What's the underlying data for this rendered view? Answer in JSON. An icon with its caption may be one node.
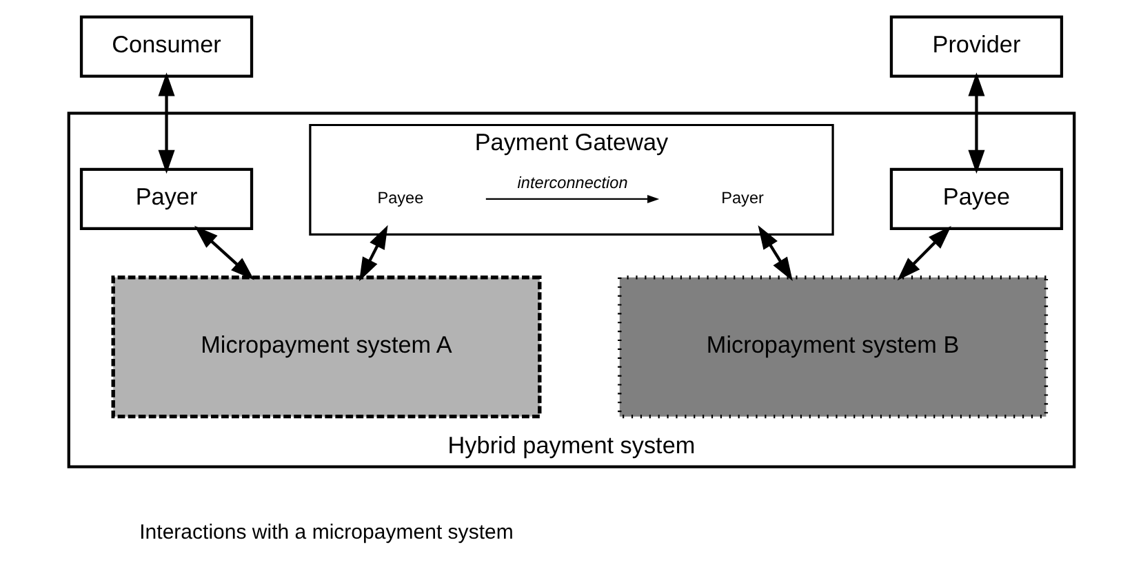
{
  "diagram": {
    "nodes": [
      {
        "text": [
          "Consumer"
        ]
      },
      {
        "text": [
          "Provider"
        ]
      },
      {
        "text": [
          "Hybrid payment system"
        ]
      },
      {
        "text": [
          "Payer"
        ],
        "in": 2
      },
      {
        "text": [
          "Payment Gateway"
        ],
        "in": 2
      },
      {
        "text": [
          "Payee"
        ],
        "in": 4
      },
      {
        "text": [
          "Payer"
        ],
        "in": 4
      },
      {
        "text": [
          "Payee"
        ],
        "in": 2
      },
      {
        "text": [
          "Micropayment system A"
        ],
        "in": 2
      },
      {
        "text": [
          "Micropayment system B"
        ],
        "in": 2
      }
    ],
    "edges": [
      {
        "from": 0,
        "to": 3,
        "arrow": "both"
      },
      {
        "from": 1,
        "to": 7,
        "arrow": "both"
      },
      {
        "from": 3,
        "to": 8,
        "arrow": "both"
      },
      {
        "from": 5,
        "to": 8,
        "arrow": "both"
      },
      {
        "from": 6,
        "to": 9,
        "arrow": "both"
      },
      {
        "from": 7,
        "to": 9,
        "arrow": "both"
      },
      {
        "from": 5,
        "to": 6,
        "arrow": "to",
        "label": "interconnection"
      }
    ],
    "legend": [
      {
        "text": "Interactions with a micropayment system"
      }
    ]
  }
}
